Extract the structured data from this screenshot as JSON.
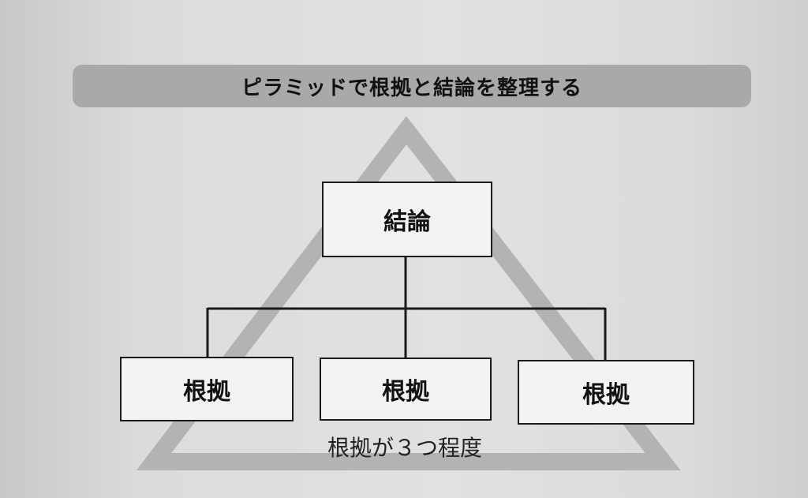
{
  "title": "ピラミッドで根拠と結論を整理する",
  "conclusion": {
    "label": "結論"
  },
  "reasons": [
    {
      "label": "根拠"
    },
    {
      "label": "根拠"
    },
    {
      "label": "根拠"
    }
  ],
  "caption": "根拠が３つ程度",
  "colors": {
    "title_bar": "#a9a9a9",
    "pyramid": "#b3b3b3",
    "box_border": "#1a1a1a",
    "box_fill": "#f3f3f2"
  }
}
